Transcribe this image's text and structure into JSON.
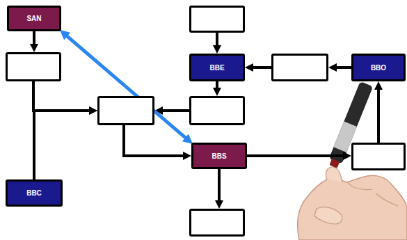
{
  "diagram": {
    "nodes": [
      {
        "text": [
          "SAN"
        ]
      },
      {
        "text": []
      },
      {
        "text": []
      },
      {
        "text": [
          "BBE"
        ]
      },
      {
        "text": []
      },
      {
        "text": [
          "BBO"
        ]
      },
      {
        "text": []
      },
      {
        "text": []
      },
      {
        "text": [
          "BBS"
        ]
      },
      {
        "text": []
      },
      {
        "text": [
          "BBC"
        ]
      },
      {
        "text": []
      }
    ],
    "edges": [
      {
        "from": 0,
        "to": 2,
        "arrow": "to"
      },
      {
        "from": 1,
        "to": 3,
        "arrow": "to"
      },
      {
        "from": 4,
        "to": 3,
        "arrow": "to"
      },
      {
        "from": 5,
        "to": 4,
        "arrow": "to"
      },
      {
        "from": 3,
        "to": 7,
        "arrow": "to"
      },
      {
        "from": 2,
        "to": 6,
        "arrow": "to"
      },
      {
        "from": 10,
        "to": 6,
        "arrow": "to"
      },
      {
        "from": 7,
        "to": 6,
        "arrow": "to"
      },
      {
        "from": 6,
        "to": 8,
        "arrow": "to"
      },
      {
        "from": 8,
        "to": 11,
        "arrow": "to"
      },
      {
        "from": 8,
        "to": 9,
        "arrow": "to"
      },
      {
        "from": 9,
        "to": 5,
        "arrow": "to"
      },
      {
        "from": 0,
        "to": 8,
        "arrow": "both"
      }
    ]
  }
}
